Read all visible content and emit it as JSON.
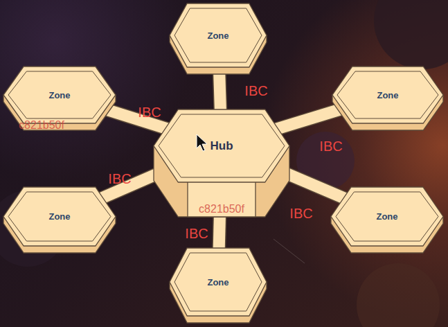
{
  "diagram": {
    "nodes": [
      {
        "text": [
          "Zone"
        ]
      },
      {
        "text": [
          "Zone"
        ]
      },
      {
        "text": [
          "Zone"
        ]
      },
      {
        "text": [
          "Hub"
        ]
      },
      {
        "text": [
          "Zone"
        ]
      },
      {
        "text": [
          "Zone"
        ]
      },
      {
        "text": [
          "Zone"
        ]
      }
    ],
    "edges": [
      {
        "from": 3,
        "to": 0,
        "arrow": "none",
        "label": "IBC"
      },
      {
        "from": 3,
        "to": 1,
        "arrow": "none",
        "label": "IBC"
      },
      {
        "from": 3,
        "to": 2,
        "arrow": "none",
        "label": "IBC"
      },
      {
        "from": 3,
        "to": 4,
        "arrow": "none",
        "label": "IBC"
      },
      {
        "from": 3,
        "to": 5,
        "arrow": "none",
        "label": "IBC"
      },
      {
        "from": 3,
        "to": 6,
        "arrow": "none",
        "label": "IBC"
      }
    ],
    "labels": [
      "c821b50f",
      "c821b50f"
    ]
  }
}
